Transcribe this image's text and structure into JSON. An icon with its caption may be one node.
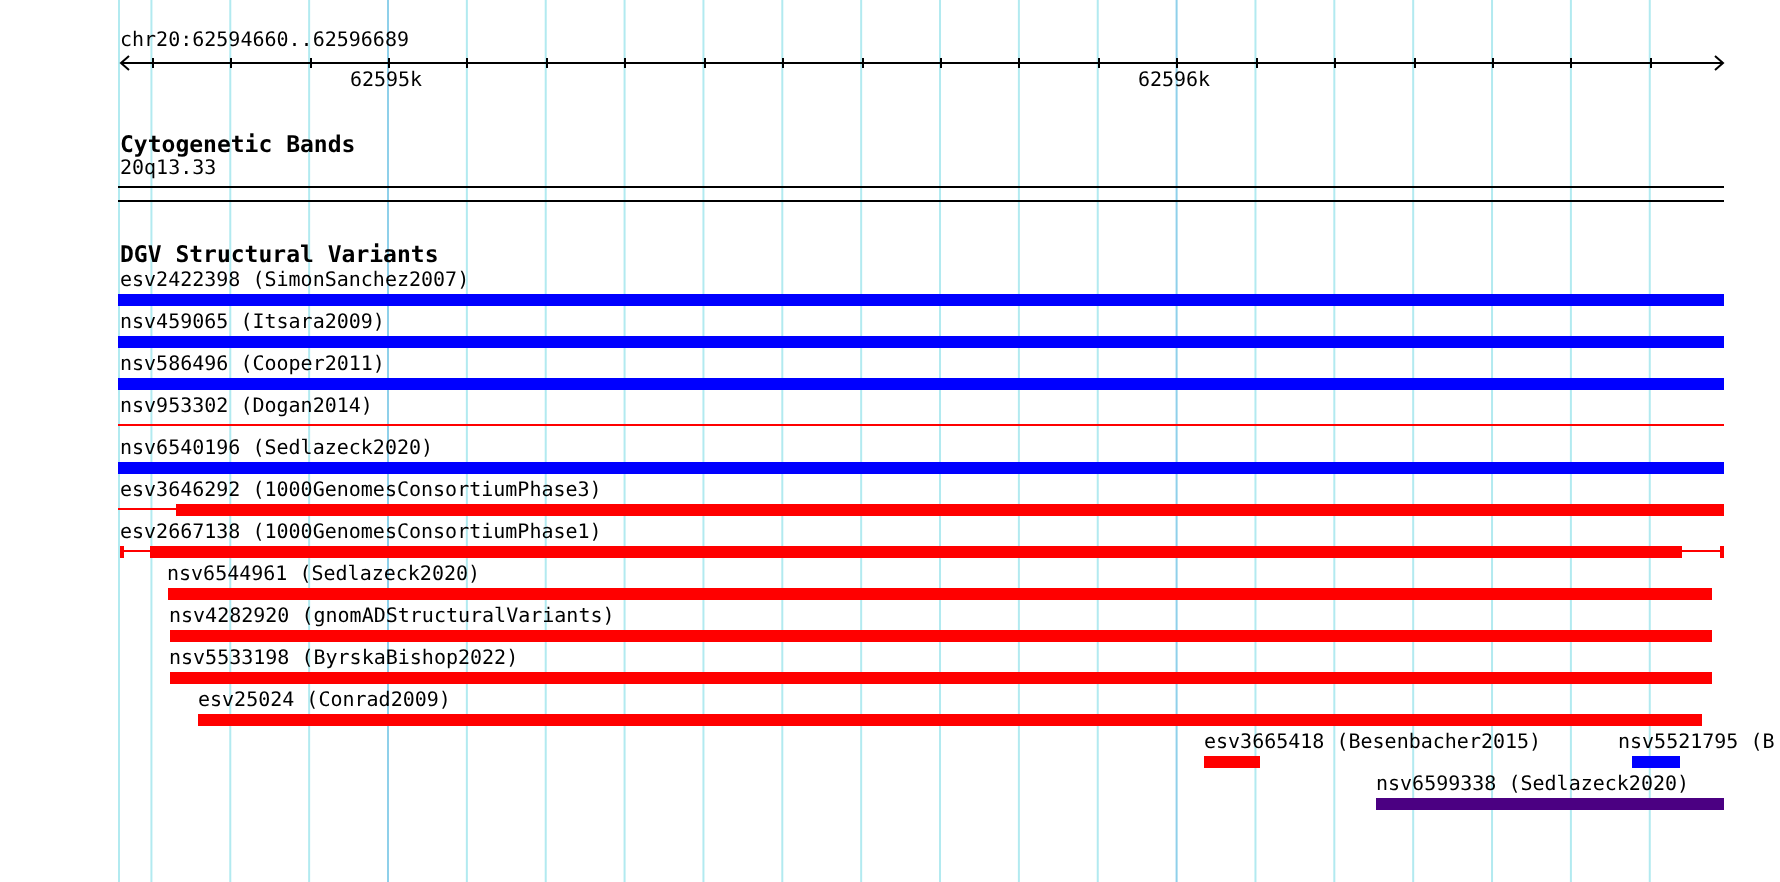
{
  "diagram": {
    "nodes": [
      {
        "text": [
          "20q13.33"
        ]
      },
      {
        "text": [
          "esv2422398 (SimonSanchez2007)"
        ]
      },
      {
        "text": [
          "nsv459065 (Itsara2009)"
        ]
      },
      {
        "text": [
          "nsv586496 (Cooper2011)"
        ]
      },
      {
        "text": [
          "nsv953302 (Dogan2014)"
        ]
      },
      {
        "text": [
          "nsv6540196 (Sedlazeck2020)"
        ]
      },
      {
        "text": [
          "esv3646292 (1000GenomesConsortiumPhase3)"
        ]
      },
      {
        "text": [
          "esv2667138 (1000GenomesConsortiumPhase1)"
        ]
      },
      {
        "text": [
          "nsv6544961 (Sedlazeck2020)"
        ]
      },
      {
        "text": [
          "nsv4282920 (gnomADStructuralVariants)"
        ]
      },
      {
        "text": [
          "nsv5533198 (ByrskaBishop2022)"
        ]
      },
      {
        "text": [
          "esv25024 (Conrad2009)"
        ]
      },
      {
        "text": [
          "esv3665418 (Besenbacher2015)"
        ]
      },
      {
        "text": [
          "nsv5521795 (B"
        ]
      },
      {
        "text": [
          "nsv6599338 (Sedlazeck2020)"
        ]
      }
    ],
    "labels": [
      "chr20:62594660..62596689",
      "62595k",
      "62596k",
      "Cytogenetic Bands",
      "DGV Structural Variants"
    ]
  }
}
